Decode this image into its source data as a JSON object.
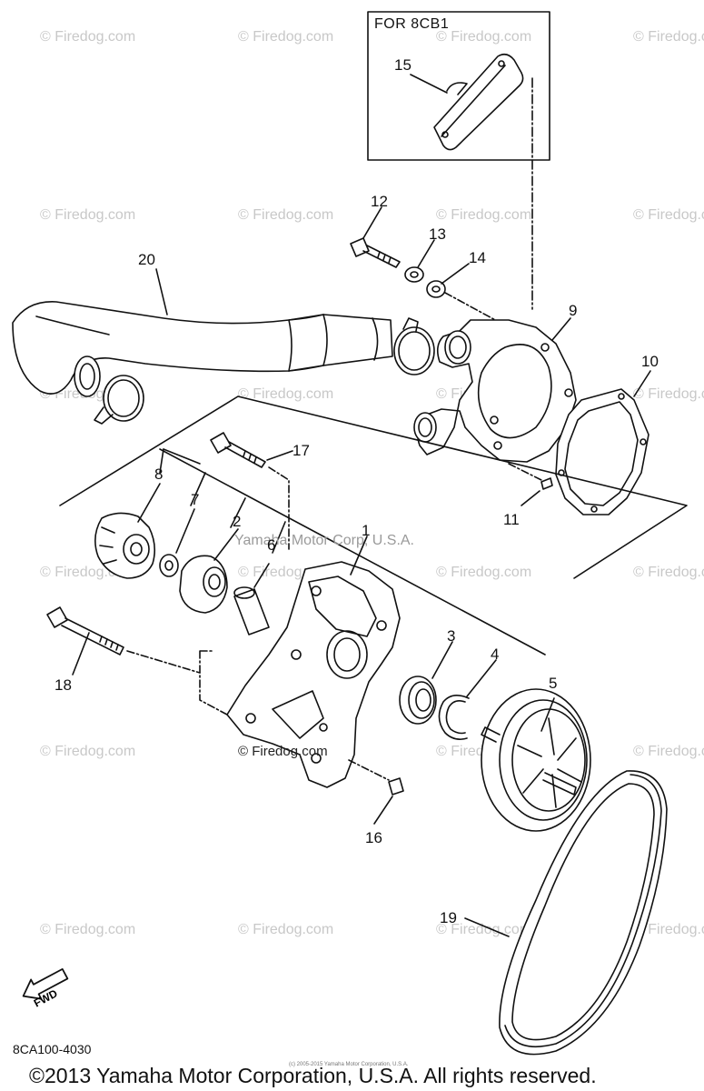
{
  "watermark": "© Firedog.com",
  "center_watermark": "Yamaha Motor Corp, U.S.A.",
  "center_firedog": "© Firedog.com",
  "inset_label": "FOR 8CB1",
  "fwd_label": "FWD",
  "diagram_code": "8CA100-4030",
  "small_print": "(c) 2005-2015 Yamaha Motor Corporation, U.S.A.",
  "copyright": "©2013 Yamaha Motor Corporation, U.S.A. All rights reserved.",
  "callouts": [
    {
      "id": "1",
      "label": "1"
    },
    {
      "id": "2",
      "label": "2"
    },
    {
      "id": "3",
      "label": "3"
    },
    {
      "id": "4",
      "label": "4"
    },
    {
      "id": "5",
      "label": "5"
    },
    {
      "id": "6",
      "label": "6"
    },
    {
      "id": "7",
      "label": "7"
    },
    {
      "id": "8",
      "label": "8"
    },
    {
      "id": "9",
      "label": "9"
    },
    {
      "id": "10",
      "label": "10"
    },
    {
      "id": "11",
      "label": "11"
    },
    {
      "id": "12",
      "label": "12"
    },
    {
      "id": "13",
      "label": "13"
    },
    {
      "id": "14",
      "label": "14"
    },
    {
      "id": "15",
      "label": "15"
    },
    {
      "id": "16",
      "label": "16"
    },
    {
      "id": "17",
      "label": "17"
    },
    {
      "id": "18",
      "label": "18"
    },
    {
      "id": "19",
      "label": "19"
    },
    {
      "id": "20",
      "label": "20"
    }
  ],
  "colors": {
    "line": "#111111",
    "watermark": "#c8c8c8",
    "background": "#ffffff"
  }
}
